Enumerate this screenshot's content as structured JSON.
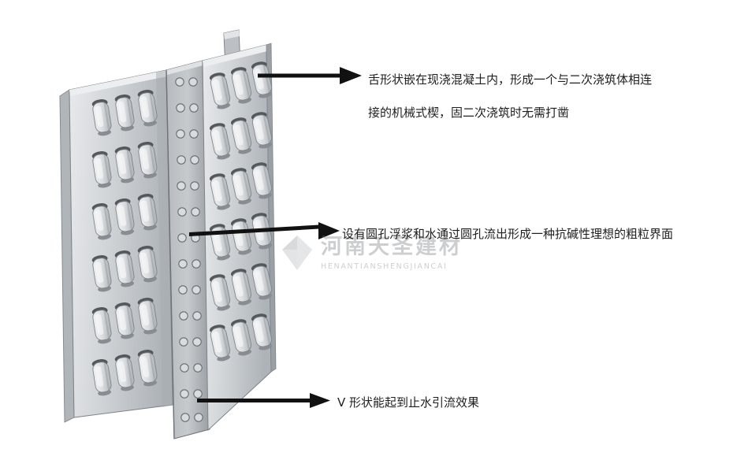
{
  "annotations": {
    "top": {
      "line1": "舌形状嵌在现浇混凝土内，形成一个与二次浇筑体相连",
      "line2": "接的机械式楔，固二次浇筑时无需打凿"
    },
    "middle": {
      "text": "设有圆孔浮浆和水通过圆孔流出形成一种抗碱性理想的粗粒界面"
    },
    "bottom": {
      "text": "V 形状能起到止水引流效果"
    }
  },
  "watermark": {
    "company_cn": "河南天圣建材",
    "company_en": "HENANTIANSHENGJIANCAI"
  },
  "icons": {
    "watermark_logo": "faceted-diamond-icon",
    "annotation_arrow": "right-arrow-icon"
  },
  "colors": {
    "background": "#ffffff",
    "arrow": "#111111",
    "text": "#1e1e1e",
    "metal_light": "#e7e9eb",
    "metal_mid": "#c3c7cb",
    "metal_dark": "#8f959a",
    "watermark_gray": "#6f757c"
  }
}
